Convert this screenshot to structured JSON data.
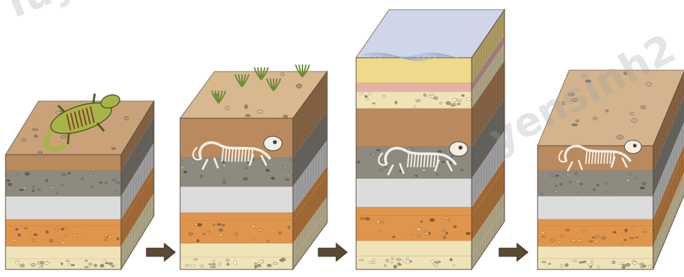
{
  "watermark": {
    "left": "Tuy",
    "right": "yensinh2"
  },
  "colors": {
    "topsoil": "#c9a27a",
    "soil_brown": "#b98a5e",
    "gravel": "#8e8a80",
    "clay_gray": "#dcdcdc",
    "orange_sand": "#e0954c",
    "cream": "#efe3b8",
    "yellow_sand": "#efd98a",
    "pink": "#e3b1a8",
    "water_blue": "#cfd6ea",
    "side_dark": "#6f4a2c",
    "arrow": "#5a4a32",
    "lizard": "#a8b44a",
    "bone": "#f3efe4"
  },
  "stages": [
    {
      "id": "dead-animal-on-surface"
    },
    {
      "id": "buried-skeleton-with-plants"
    },
    {
      "id": "covered-by-water-and-sediment"
    },
    {
      "id": "exposed-fossil-after-erosion"
    }
  ],
  "arrows": [
    {
      "id": "arrow-1"
    },
    {
      "id": "arrow-2"
    },
    {
      "id": "arrow-3"
    }
  ]
}
